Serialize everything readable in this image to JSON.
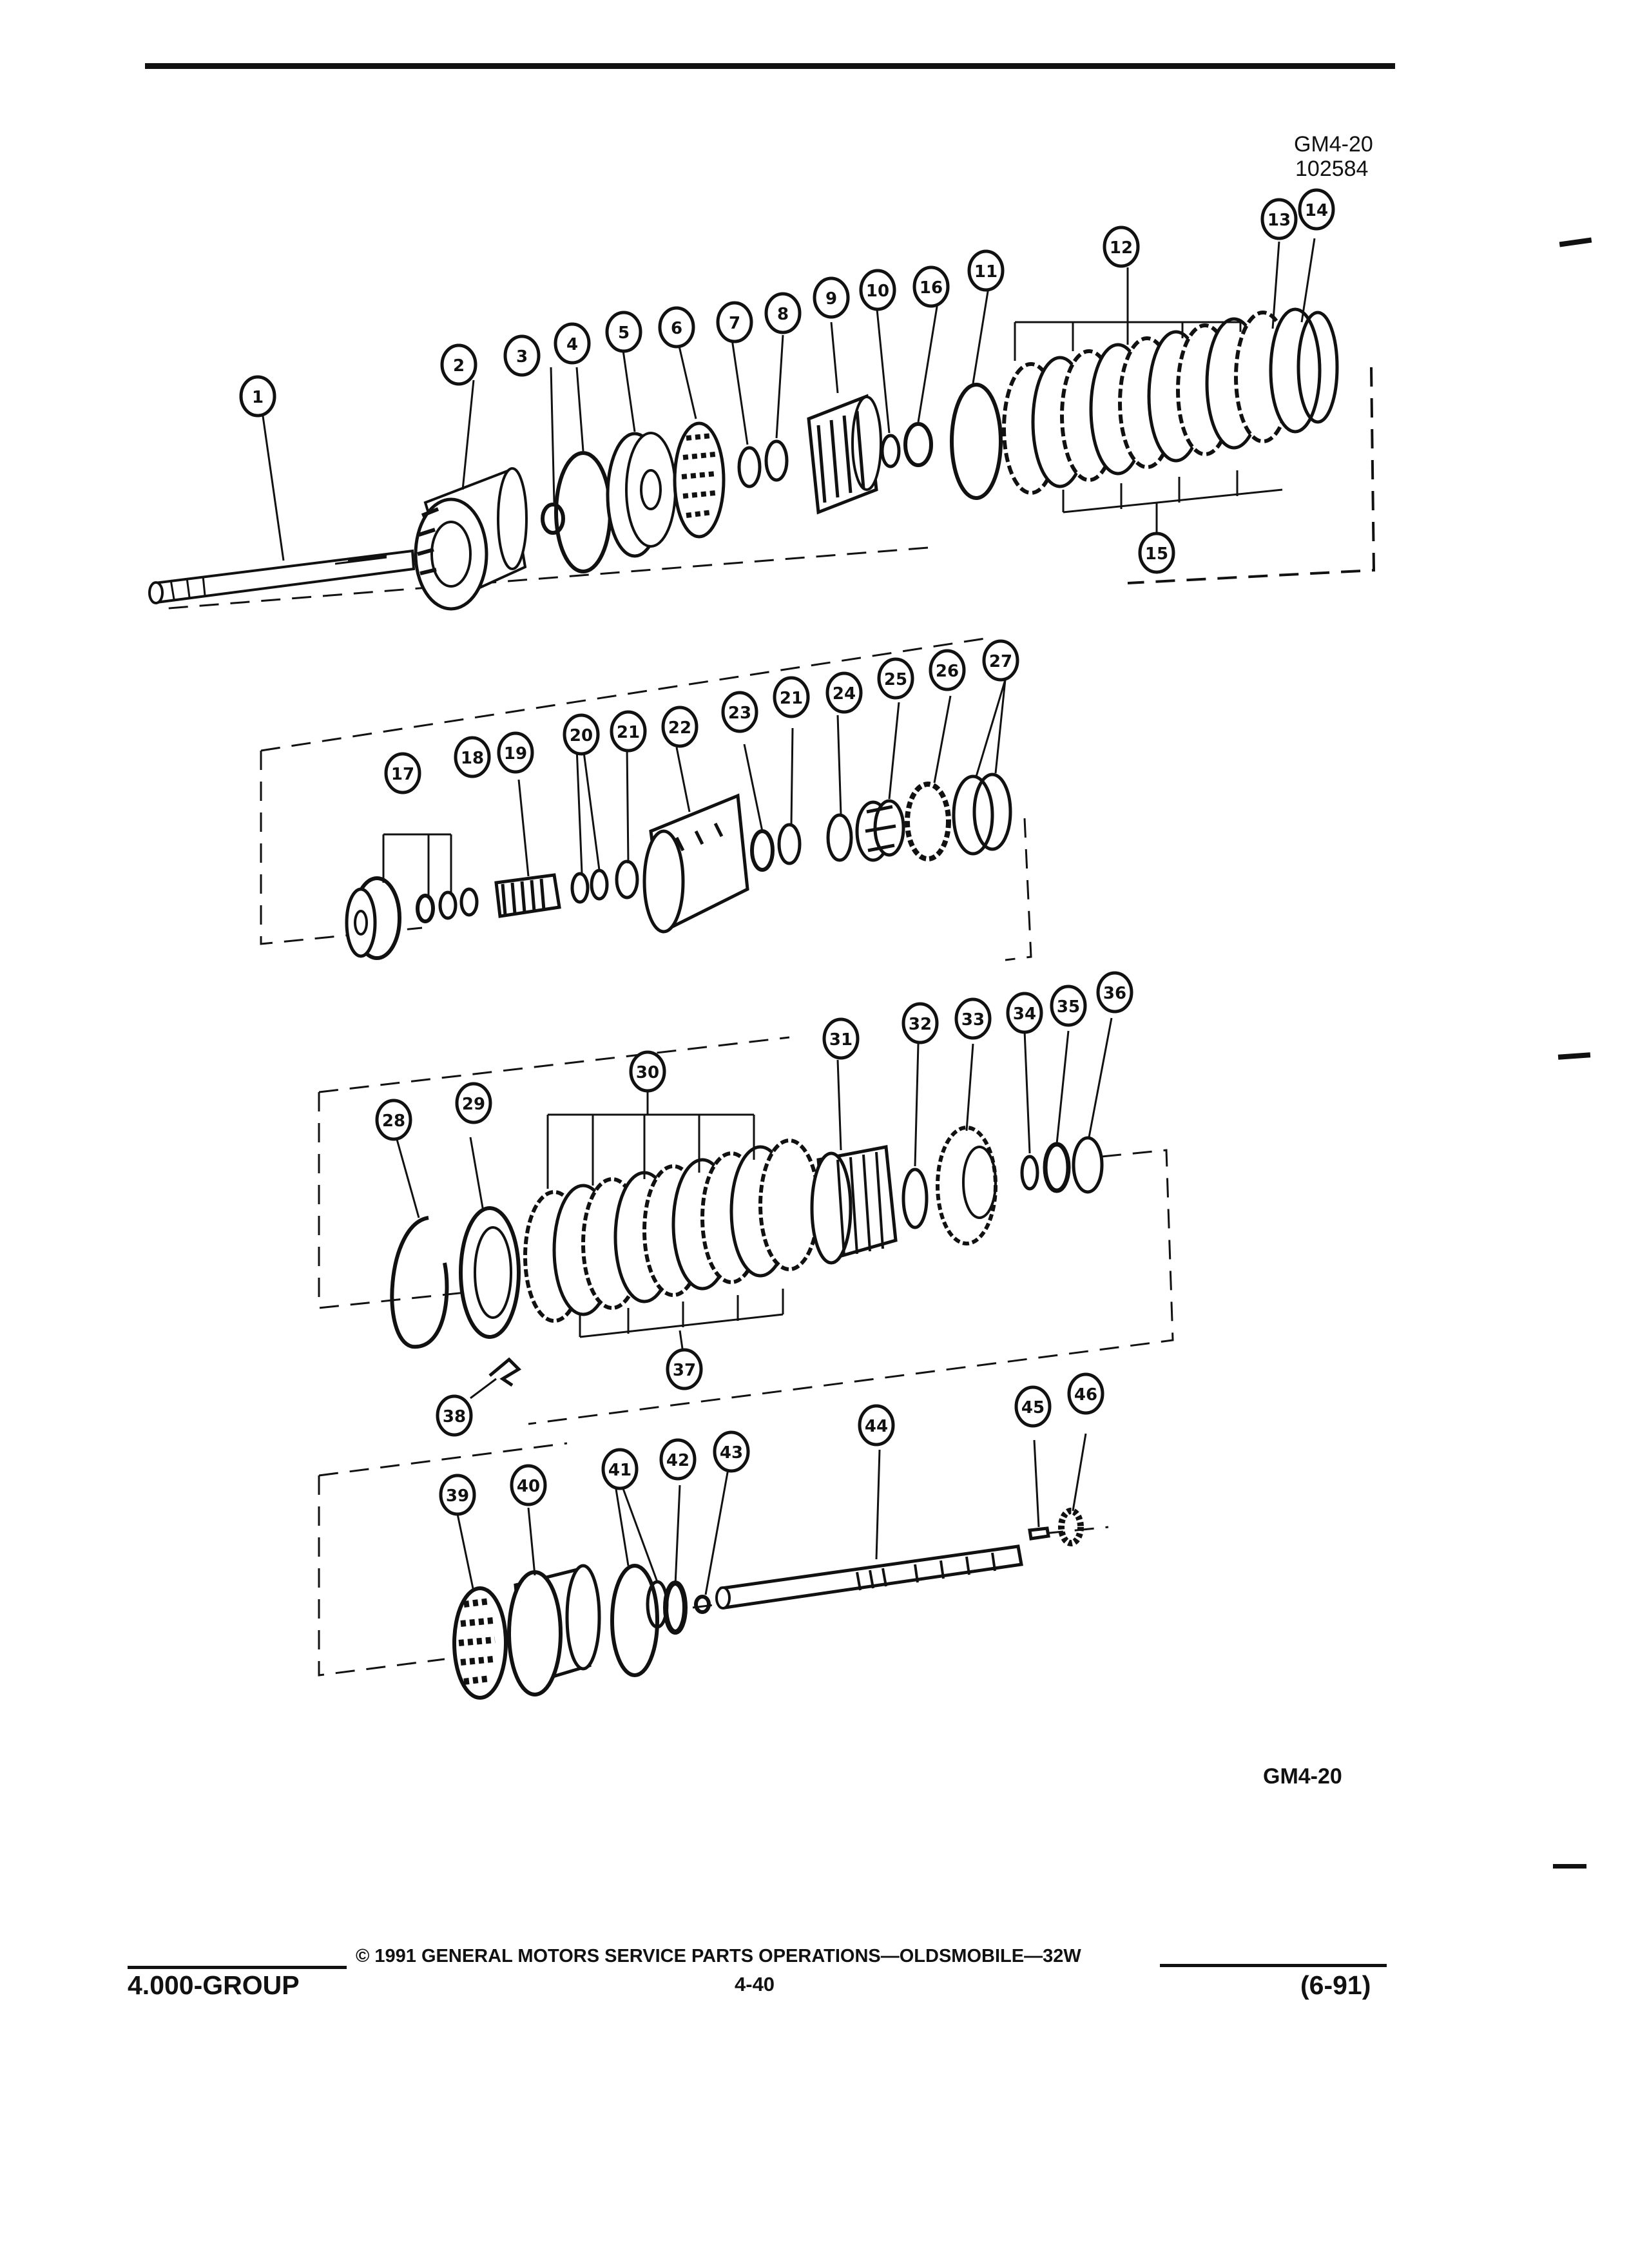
{
  "figure": {
    "code_top": "GM4-20",
    "number_top": "102584",
    "code_bottom": "GM4-20"
  },
  "callouts": [
    "1",
    "2",
    "3",
    "4",
    "5",
    "6",
    "7",
    "8",
    "9",
    "10",
    "16",
    "11",
    "12",
    "13",
    "14",
    "15",
    "17",
    "18",
    "19",
    "20",
    "21",
    "22",
    "23",
    "21",
    "24",
    "25",
    "26",
    "27",
    "28",
    "29",
    "30",
    "31",
    "32",
    "33",
    "34",
    "35",
    "36",
    "37",
    "38",
    "39",
    "40",
    "41",
    "42",
    "43",
    "44",
    "45",
    "46"
  ],
  "footer": {
    "copyright": "© 1991 GENERAL MOTORS SERVICE PARTS OPERATIONS—OLDSMOBILE—32W",
    "page_number": "4-40",
    "group": "4.000-GROUP",
    "date": "(6-91)"
  }
}
